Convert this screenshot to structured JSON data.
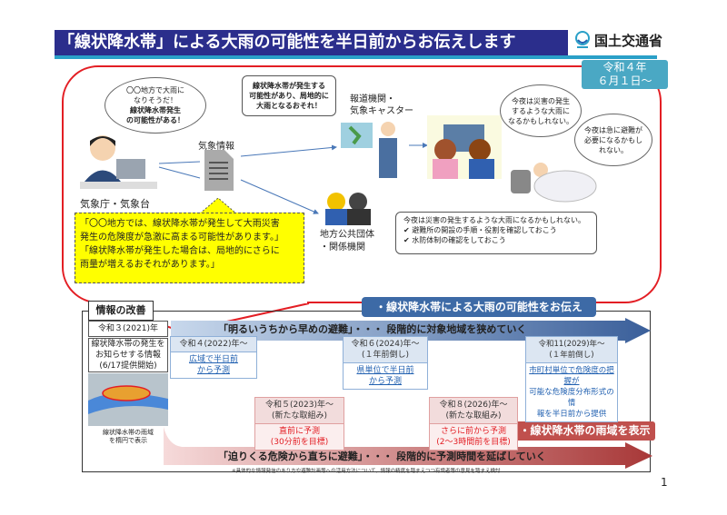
{
  "header": {
    "title": "「線状降水帯」による大雨の可能性を半日前からお伝えします",
    "logo": "国土交通省",
    "date_line1": "令和４年",
    "date_line2": "６月１日～"
  },
  "flow": {
    "thought1": [
      "〇〇地方で大雨に",
      "なりそうだ！",
      "線状降水帯発生",
      "の可能性がある！"
    ],
    "agency_label": "気象庁・気象台",
    "info_label": "気象情報",
    "caster_speech": [
      "線状降水帯が発生する",
      "可能性があり、局地的に",
      "大雨となるおそれ！"
    ],
    "caster_label": [
      "報道機関・",
      "気象キャスター"
    ],
    "resident_thought1": [
      "今夜は災害の発生",
      "するような大雨に",
      "なるかもしれない。"
    ],
    "resident_thought2": [
      "今夜は急に避難が",
      "必要になるかもし",
      "れない。"
    ],
    "yellow_note": [
      "「〇〇地方では、線状降水帯が発生して大雨災害",
      "発生の危険度が急激に高まる可能性があります。」",
      "「線状降水帯が発生した場合は、局地的にさらに",
      "雨量が増えるおそれがあります。」"
    ],
    "local_label": [
      "地方公共団体",
      "・関係機関"
    ],
    "local_speech": {
      "line": "今夜は災害の発生するような大雨になるかもしれない。",
      "checks": [
        "避難所の開設の手順・役割を確認しておこう",
        "水防体制の確認をしておこう"
      ]
    }
  },
  "improvement": {
    "section_label": "情報の改善",
    "blue_banner": "・線状降水帯による大雨の可能性をお伝え",
    "blue_arrow": "「明るいうちから早めの避難」・・・ 段階的に対象地域を狭めていく",
    "red_banner": "・線状降水帯の雨域を表示",
    "red_arrow": "「迫りくる危険から直ちに避難」・・・ 段階的に予測時間を延ばしていく",
    "r3": {
      "year": "令和３(2021)年",
      "text": [
        "線状降水帯の発生を",
        "お知らせする情報",
        "(6/17提供開始)"
      ],
      "caption": [
        "線状降水帯の雨域",
        "を楕円で表示"
      ]
    },
    "r4": {
      "year": "令和４(2022)年～",
      "text": [
        "広域で半日前",
        "から予測"
      ]
    },
    "r5": {
      "year": "令和５(2023)年～",
      "sub": "(新たな取組み)",
      "text": [
        "直前に予測",
        "(30分前を目標)"
      ]
    },
    "r6": {
      "year": "令和６(2024)年～",
      "sub": "(１年前倒し)",
      "text": [
        "県単位で半日前",
        "から予測"
      ]
    },
    "r8": {
      "year": "令和８(2026)年～",
      "sub": "(新たな取組み)",
      "text": [
        "さらに前から予測",
        "(2～3時間前を目標)"
      ]
    },
    "r11": {
      "year": "令和11(2029)年～",
      "sub": "(１年前倒し)",
      "text": [
        "市町村単位で危険度の把握が",
        "可能な危険度分布形式の情",
        "報を半日前から提供"
      ]
    },
    "footnote": "※具体的な情報発信のあり方や避難計画等への活用方法について、情報の精度を踏まえつつ有識者等の意見を踏まえ検討"
  },
  "page_number": "1",
  "colors": {
    "title_bg": "#2b2e8c",
    "accent_cyan": "#2aa0c8",
    "red": "#e31e24",
    "blue_banner": "#3d6aa6",
    "red_banner": "#c0504d"
  }
}
